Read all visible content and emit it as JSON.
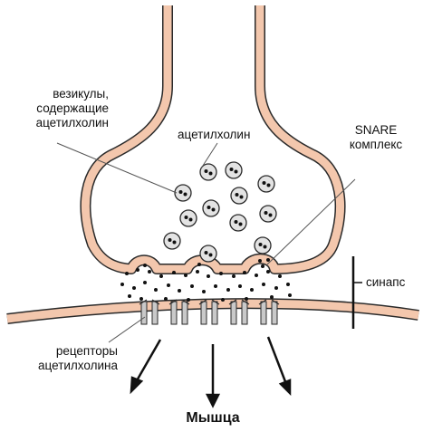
{
  "labels": {
    "vesicles_line1": "везикулы,",
    "vesicles_line2": "содержащие",
    "vesicles_line3": "ацетилхолин",
    "acetylcholine": "ацетилхолин",
    "snare_line1": "SNARE",
    "snare_line2": "комплекс",
    "synapse": "синапс",
    "receptors_line1": "рецепторы",
    "receptors_line2": "ацетилхолина",
    "muscle": "Мышца"
  },
  "colors": {
    "membrane_fill": "#f3c7ad",
    "membrane_stroke": "#2a2a2a",
    "vesicle_fill": "#e3e3e3",
    "receptor_fill": "#c9c9c9",
    "ink": "#111111"
  }
}
